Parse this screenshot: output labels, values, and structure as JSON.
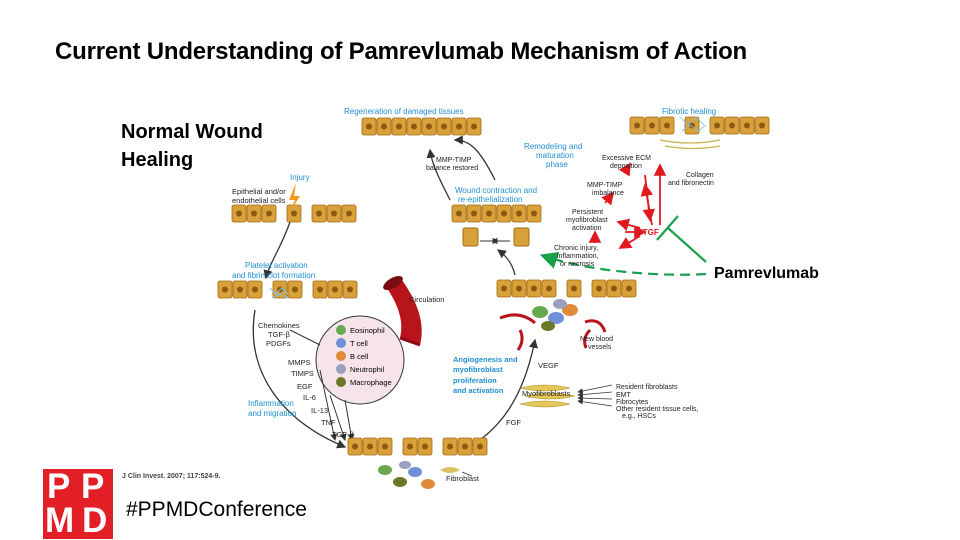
{
  "slide": {
    "title": "Current Understanding of Pamrevlumab Mechanism of Action",
    "normal_label_line1": "Normal Wound",
    "normal_label_line2": "Healing",
    "pamrevlumab_label": "Pamrevlumab",
    "citation": "J Clin Invest. 2007; 117:524-9.",
    "hashtag": "#PPMDConference"
  },
  "logo": {
    "letters": [
      "P",
      "P",
      "M",
      "D"
    ],
    "color": "#e21f26"
  },
  "diagram": {
    "top_left": {
      "injury": "Injury",
      "epithelial_line1": "Epithelial and/or",
      "epithelial_line2": "endothelial cells"
    },
    "platelet": {
      "line1": "Platelet activation",
      "line2": "and fibrin clot formation"
    },
    "chemokines": [
      "Chemokines",
      "TGF-β",
      "PDGFs"
    ],
    "circulation": "Circulation",
    "immune_cells": [
      "Eosinophil",
      "T cell",
      "B cell",
      "Neutrophil",
      "Macrophage"
    ],
    "left_factors": [
      "MMPS",
      "TIMPS",
      "EGF",
      "IL-6",
      "IL-13",
      "TNF",
      "TGF-β"
    ],
    "inflammation": {
      "line1": "Inflammation",
      "line2": "and migration"
    },
    "fibroblast": "Fibroblast",
    "fgf": "FGF",
    "angiogenesis": [
      "Angiogenesis and",
      "myofibroblast",
      "proliferation",
      "and activation"
    ],
    "vegf": "VEGF",
    "myofibroblasts": "Myofibroblasts",
    "sources": [
      "Resident fibroblasts",
      "EMT",
      "Fibrocytes",
      "Other resident tissue cells,",
      "e.g., HSCs"
    ],
    "new_vessels": {
      "line1": "New blood",
      "line2": "vessels"
    },
    "regeneration": "Regeneration of damaged tissues",
    "mmp_balance": {
      "line1": "MMP-TIMP",
      "line2": "balance restored"
    },
    "wound_contraction": {
      "line1": "Wound contraction and",
      "line2": "re-epithelialization"
    },
    "remodeling": {
      "line1": "Remodeling and",
      "line2": "maturation",
      "line3": "phase"
    },
    "fibrotic_healing": "Fibrotic healing",
    "ecm": {
      "line1": "Excessive ECM",
      "line2": "deposition"
    },
    "collagen": {
      "line1": "Collagen",
      "line2": "and fibronectin"
    },
    "imbalance": {
      "line1": "MMP-TIMP",
      "line2": "imbalance"
    },
    "persistent": {
      "line1": "Persistent",
      "line2": "myofibroblast",
      "line3": "activation"
    },
    "chronic": {
      "line1": "Chronic injury,",
      "line2": "inflammation,",
      "line3": "or necrosis"
    },
    "ctgf": "CTGF"
  },
  "colors": {
    "blue_label": "#1f8fd3",
    "red_pathway": "#e0191f",
    "green_inhibitor": "#1aa04a",
    "cell_fill": "#d9a13a",
    "cell_border": "#a06a14",
    "nucleus": "#8a5a10"
  }
}
